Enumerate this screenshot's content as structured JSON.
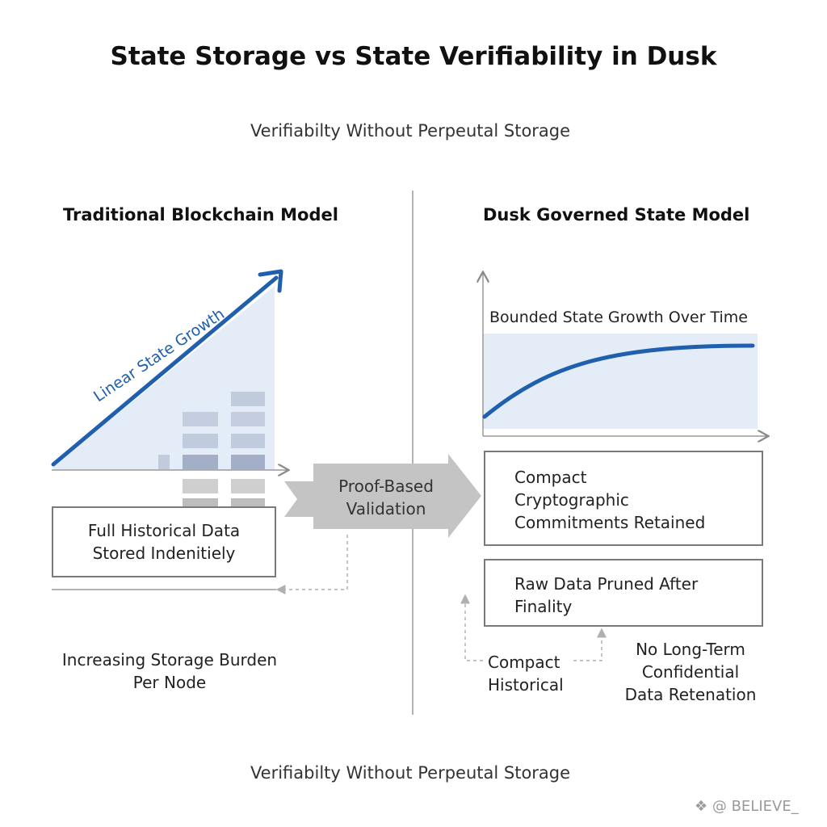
{
  "title": "State Storage vs State Verifiability in Dusk",
  "subtitle_top": "Verifiabilty Without Perpeutal Storage",
  "subtitle_bottom": "Verifiabilty Without Perpeutal Storage",
  "left_panel": {
    "heading": "Traditional Blockchain Model",
    "growth_label": "Linear State Growth",
    "box_text": "Full Historical Data\nStored Indenitiely",
    "footer_text": "Increasing Storage Burden\nPer Node"
  },
  "center": {
    "arrow_label": "Proof-Based\nValidation"
  },
  "right_panel": {
    "heading": "Dusk Governed State Model",
    "chart_label": "Bounded State Growth Over Time",
    "commitments_text": "Compact\nCryptographic\nCommitments Retained",
    "pruned_text": "Raw Data Pruned After\nFinality",
    "compact_historical": "Compact\nHistorical",
    "no_long_term": "No Long-Term\nConfidential\nData Retenation"
  },
  "watermark": "❖ @ BELIEVE_",
  "colors": {
    "accent_blue": "#1f5fad",
    "light_blue_fill": "#e4ecf8",
    "gray_arrow": "#c4c4c4",
    "divider": "#9a9a9a"
  }
}
